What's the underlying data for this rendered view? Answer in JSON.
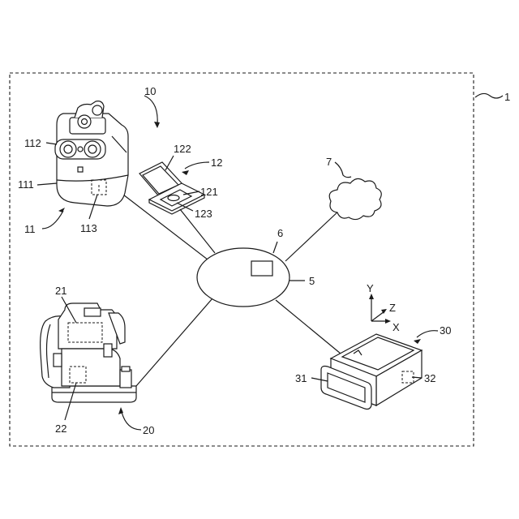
{
  "labels": {
    "system": "1",
    "network": "5",
    "server": "6",
    "cloud": "7",
    "device_group": "10",
    "refractor": "11",
    "refractor_body": "111",
    "refractor_lens": "112",
    "refractor_controller": "113",
    "tablet": "12",
    "tablet_display": "122",
    "tablet_input": "121",
    "tablet_controller": "123",
    "measuring_device": "20",
    "measuring_part": "21",
    "measuring_controller": "22",
    "lens_meter": "30",
    "lens_meter_display": "31",
    "lens_meter_controller": "32"
  },
  "axes": {
    "y": "Y",
    "z": "Z",
    "x": "X"
  }
}
